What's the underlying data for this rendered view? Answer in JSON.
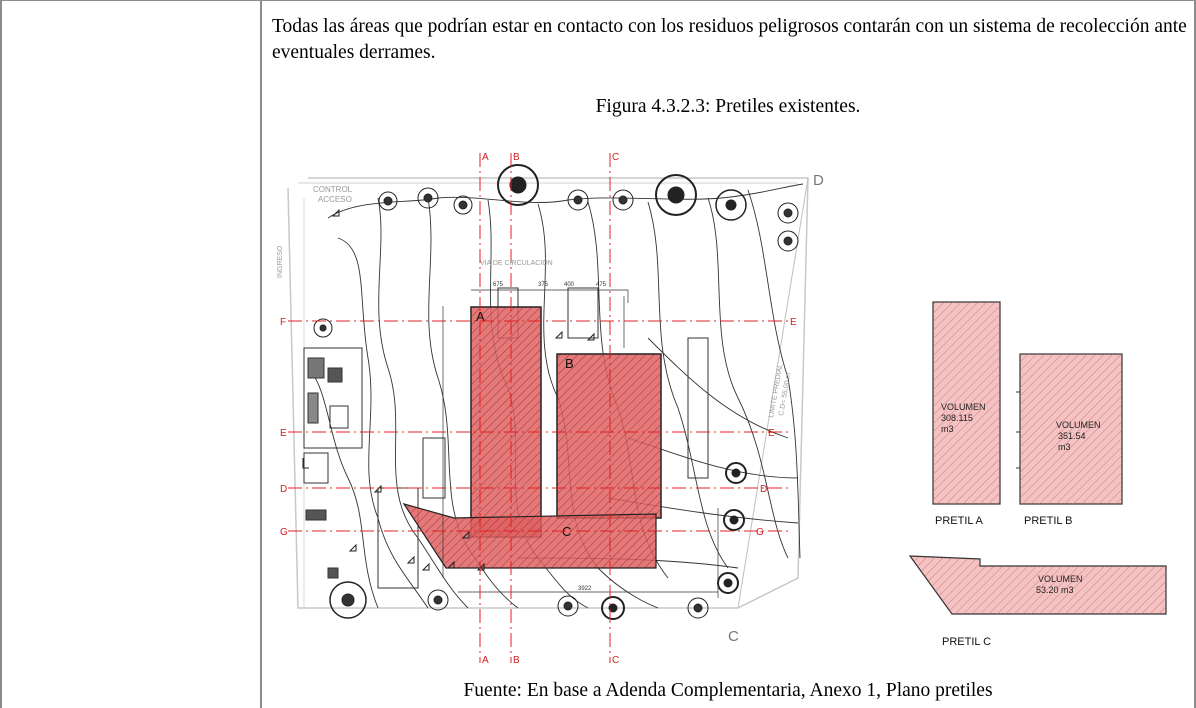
{
  "document": {
    "paragraph": "Todas las áreas que podrían estar en contacto con los residuos peligrosos contarán con un sistema de recolección ante eventuales derrames.",
    "figure_title": "Figura 4.3.2.3: Pretiles existentes.",
    "source": "Fuente: En base a Adenda Complementaria, Anexo 1, Plano pretiles"
  },
  "plan": {
    "corner_labels": {
      "d": "D",
      "c": "C"
    },
    "section_marks": {
      "a": "A",
      "b": "B",
      "c": "C",
      "d": "D",
      "e": "E",
      "f": "F",
      "g": "G"
    },
    "zone_labels": {
      "a": "A",
      "b": "B",
      "c": "C"
    },
    "control_label": "CONTROL",
    "access_label": "ACCESO",
    "circulation_label": "VIA DE CIRCULACIÓN",
    "entry_label": "INGRESO",
    "limit_label": "LIMITE PREDIAL",
    "level_label": "C.D= 55,00 m",
    "dims": {
      "d1": "675",
      "d2": "375",
      "d3": "400",
      "d4": "475",
      "d5": "3922"
    }
  },
  "pretiles": [
    {
      "name": "PRETIL A",
      "volume_label": "VOLUMEN",
      "volume_value": "308.115",
      "volume_unit": "m3"
    },
    {
      "name": "PRETIL B",
      "volume_label": "VOLUMEN",
      "volume_value": "351.54",
      "volume_unit": "m3"
    },
    {
      "name": "PRETIL C",
      "volume_label": "VOLUMEN",
      "volume_value": "53.20 m3",
      "volume_unit": ""
    }
  ],
  "colors": {
    "pretil_fill": "#f4c2c2",
    "zone_fill": "#e06060",
    "axis_red": "#e02020",
    "border": "#8c8c8c"
  }
}
